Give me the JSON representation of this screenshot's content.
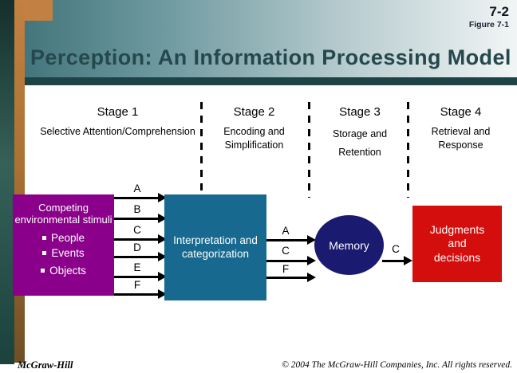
{
  "slide": {
    "slide_number": "7-2",
    "figure_label": "Figure 7-1",
    "title": "Perception: An Information Processing Model"
  },
  "stages": [
    {
      "label": "Stage 1",
      "description": "Selective Attention/Comprehension"
    },
    {
      "label": "Stage 2",
      "description": "Encoding and Simplification"
    },
    {
      "label": "Stage 3",
      "description": "Storage and Retention"
    },
    {
      "label": "Stage 4",
      "description": "Retrieval and Response"
    }
  ],
  "diagram": {
    "stimuli_box": {
      "title": "Competing environmental stimuli",
      "bullets": [
        "People",
        "Events",
        "Objects"
      ]
    },
    "interpretation_box": {
      "label": "Interpretation and categorization"
    },
    "memory_ellipse": {
      "label": "Memory"
    },
    "judgments_box": {
      "label": "Judgments and decisions"
    },
    "input_arrows": [
      "A",
      "B",
      "C",
      "D",
      "E",
      "F"
    ],
    "memory_arrows": [
      "A",
      "C",
      "F"
    ],
    "output_arrow": "C"
  },
  "colors": {
    "stimuli_box": "#8b008b",
    "interpretation_box": "#17698f",
    "memory_ellipse": "#1a1a70",
    "judgments_box": "#d40d0d",
    "header_dark_teal": "#1d4347",
    "accent_tan": "#c28142",
    "title_text": "#25484d"
  },
  "footer": {
    "left": "McGraw-Hill",
    "right": "© 2004 The McGraw-Hill Companies, Inc. All rights reserved."
  }
}
